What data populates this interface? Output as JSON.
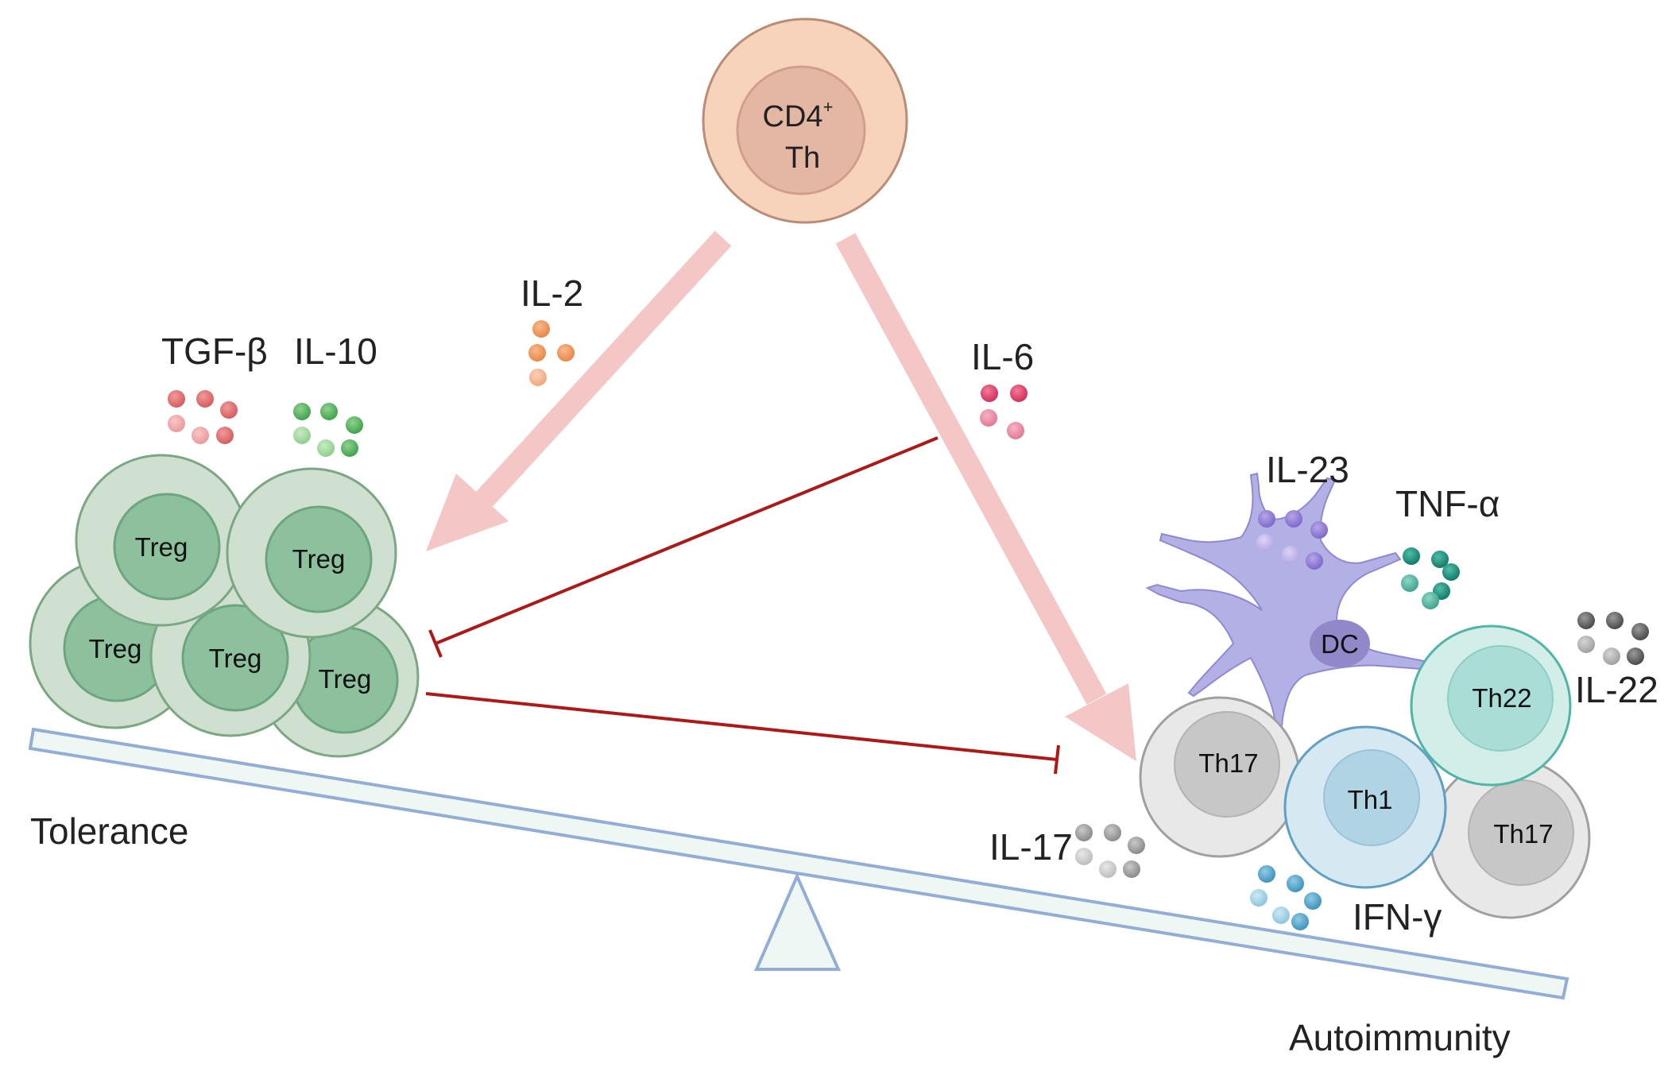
{
  "cells": {
    "cd4": {
      "line1": "CD4",
      "sup": "+",
      "line2": "Th"
    },
    "treg": "Treg",
    "dc": "DC",
    "th17": "Th17",
    "th1": "Th1",
    "th22": "Th22"
  },
  "cytokines": {
    "il2": "IL-2",
    "il6": "IL-6",
    "tgfb": "TGF-β",
    "il10": "IL-10",
    "il23": "IL-23",
    "tnfa": "TNF-α",
    "il22": "IL-22",
    "il17": "IL-17",
    "ifng": "IFN-γ"
  },
  "balance": {
    "left": "Tolerance",
    "right": "Autoimmunity"
  },
  "colors": {
    "arrow": "#f4c6c6",
    "inhibit": "#b01818",
    "beam_fill": "#eef7f3",
    "beam_stroke": "#93aed6",
    "treg_outer": "#cfe0d0",
    "treg_inner": "#8dc09d",
    "cd4_outer": "#f8d3bc",
    "cd4_inner": "#e3b7a3",
    "dc": "#b3b0e6",
    "th17_outer": "#e8e8e8",
    "th1_outer": "#d6e9f2",
    "th22_outer": "#d3ede8"
  }
}
